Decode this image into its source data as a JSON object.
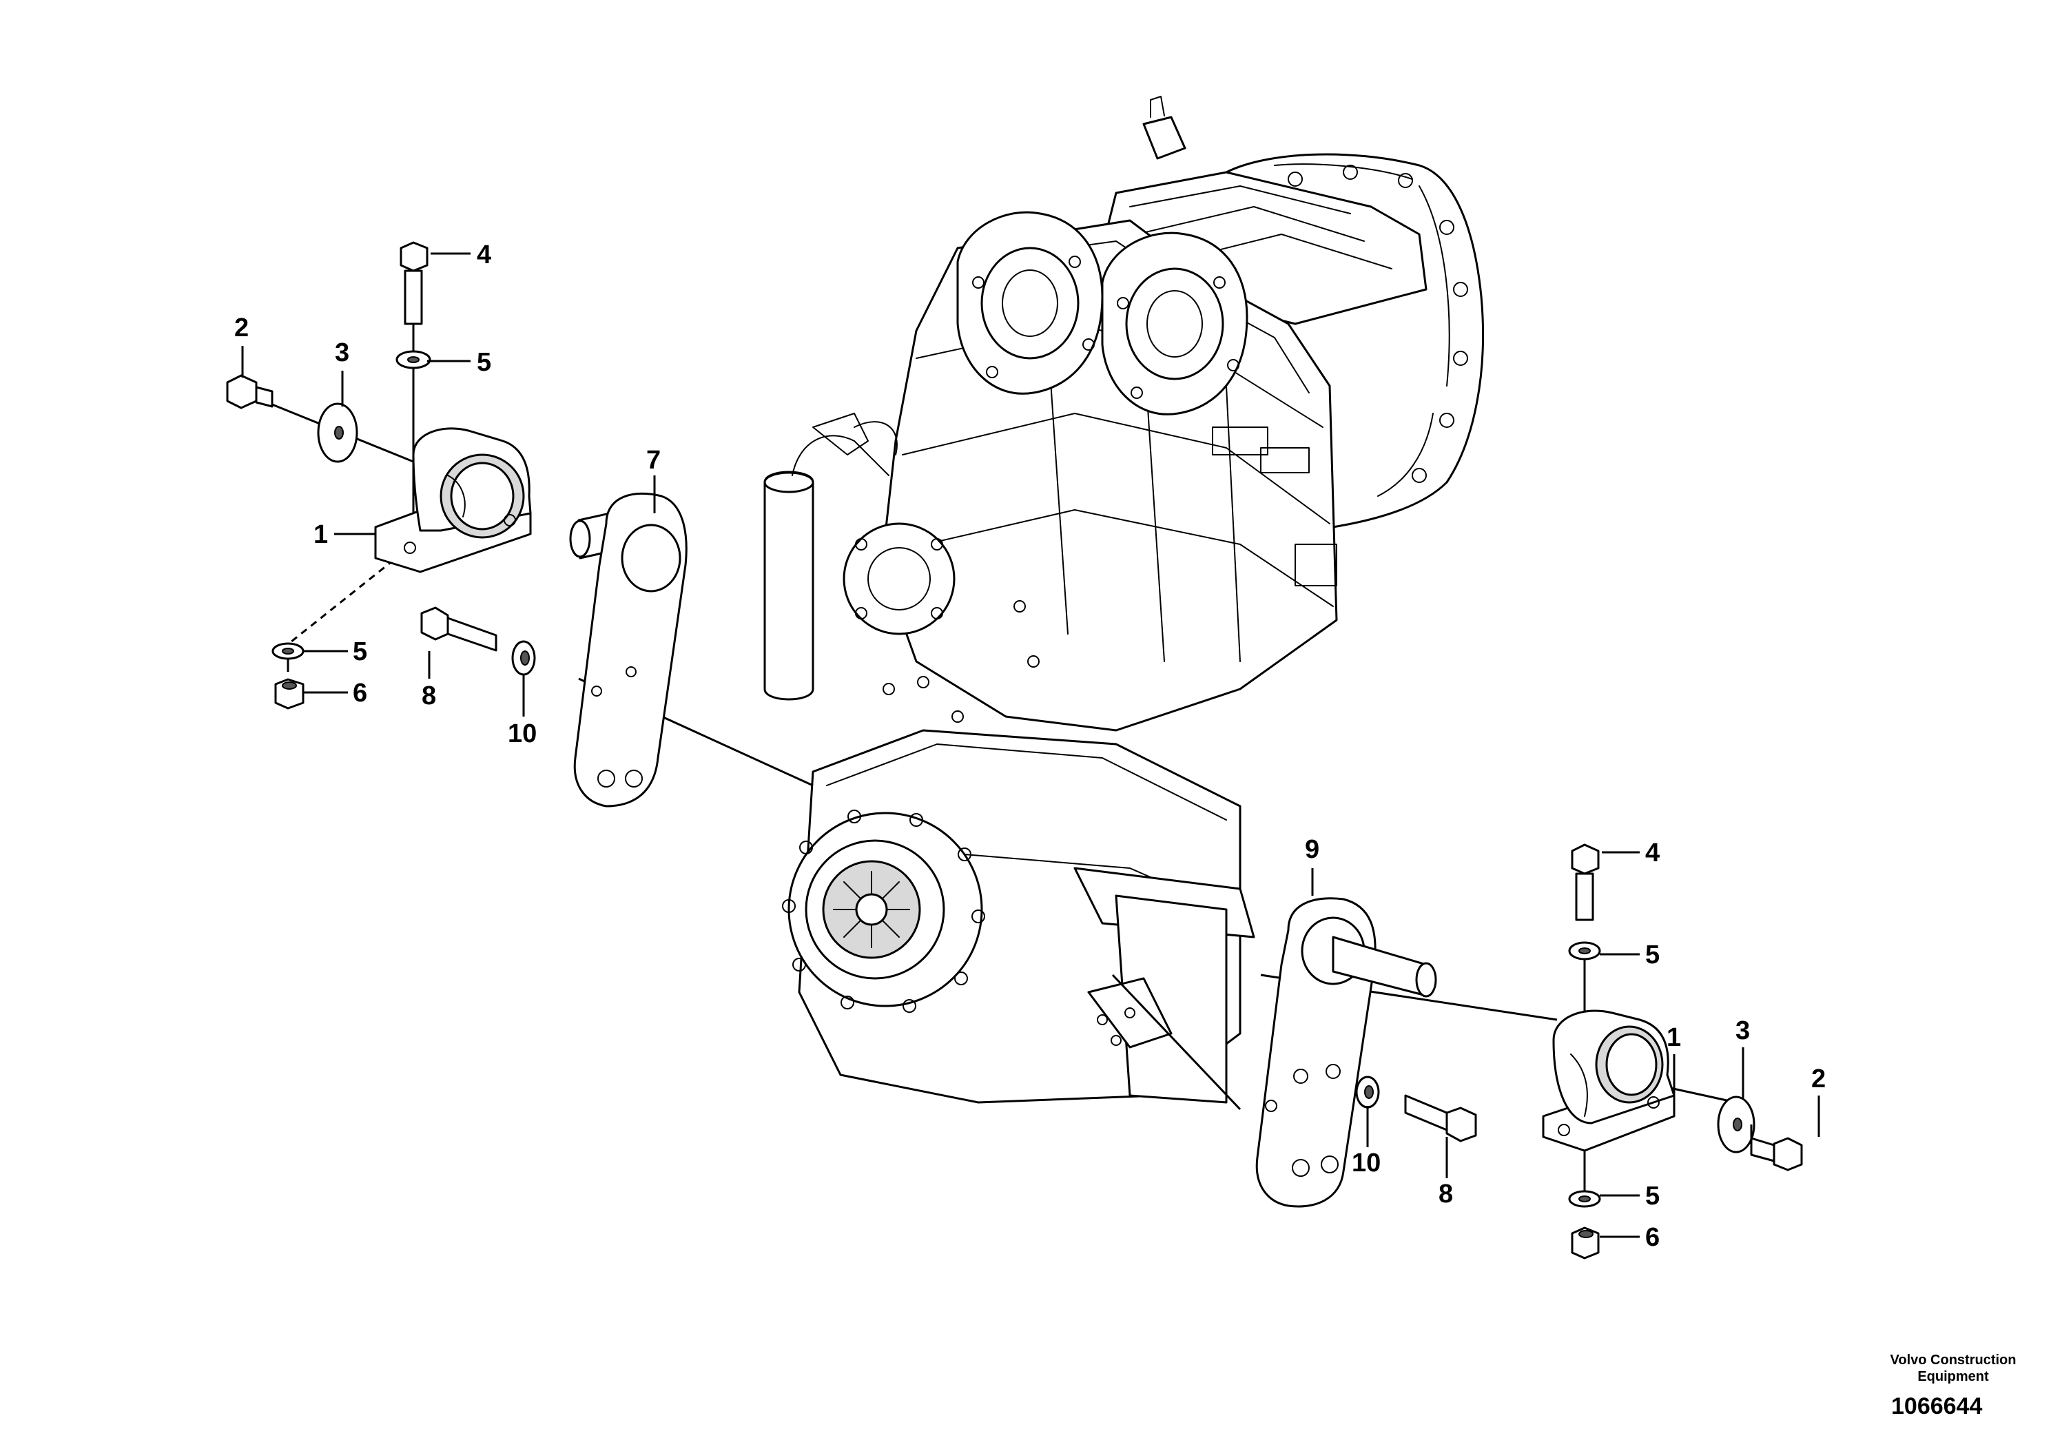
{
  "diagram": {
    "callouts": {
      "left_mount": [
        "1"
      ],
      "bolt_top": [
        "2"
      ],
      "washer_big": [
        "3"
      ],
      "screw_vertical": [
        "4"
      ],
      "washer_small": [
        "5"
      ],
      "nut": [
        "6"
      ],
      "bracket_left": [
        "7"
      ],
      "bolt_side": [
        "8"
      ],
      "bracket_right": [
        "9"
      ],
      "washer_ring": [
        "10"
      ]
    },
    "labels": {
      "l1": "1",
      "l2": "2",
      "l3": "3",
      "l4": "4",
      "l5a": "5",
      "l5b": "5",
      "l6": "6",
      "l7": "7",
      "l8": "8",
      "l10": "10",
      "r1": "1",
      "r2": "2",
      "r3": "3",
      "r4": "4",
      "r5a": "5",
      "r5b": "5",
      "r6": "6",
      "r8": "8",
      "r9": "9",
      "r10": "10"
    }
  },
  "footer": {
    "brand_line1": "Volvo Construction",
    "brand_line2": "Equipment",
    "doc_number": "1066644"
  }
}
